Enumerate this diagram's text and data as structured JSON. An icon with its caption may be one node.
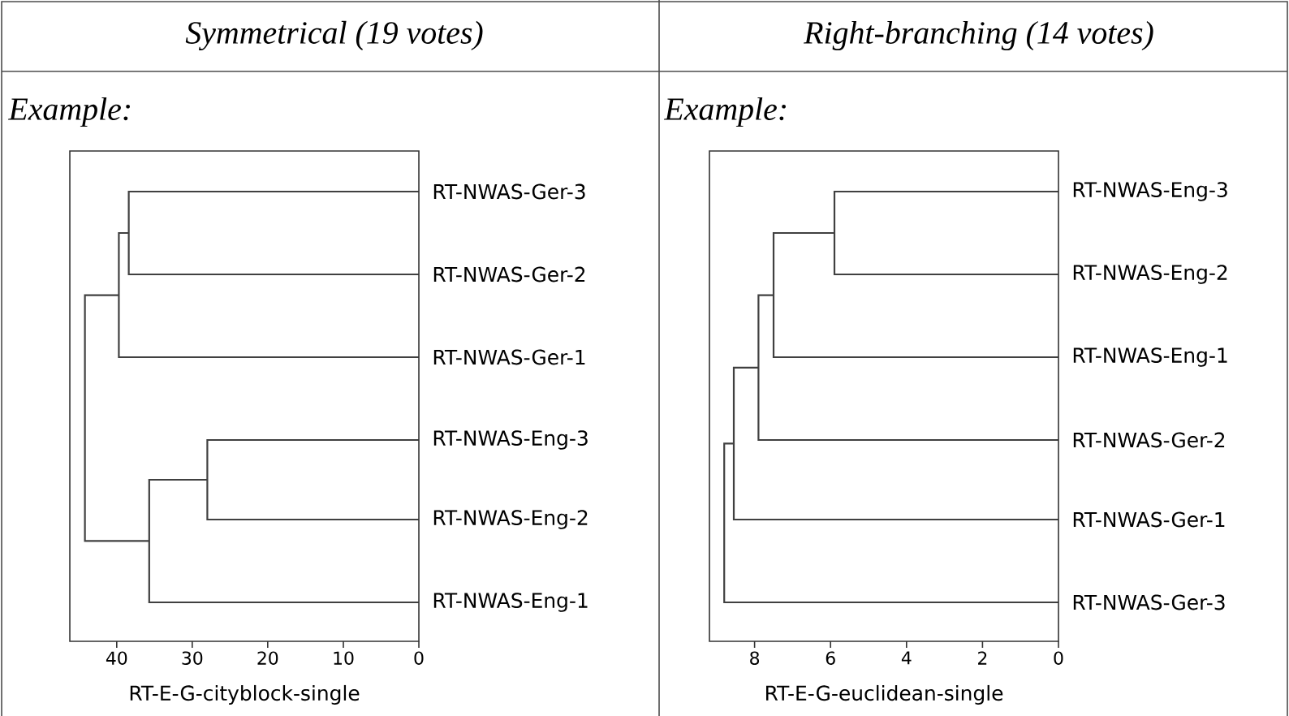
{
  "diagram": {
    "labels": [
      "Symmetrical (19 votes)",
      "Right-branching (14 votes)",
      "Example:",
      "RT-NWAS-Ger-3",
      "RT-NWAS-Ger-2",
      "RT-NWAS-Ger-1",
      "RT-NWAS-Eng-3",
      "RT-NWAS-Eng-2",
      "RT-NWAS-Eng-1",
      "40",
      "30",
      "20",
      "10",
      "0",
      "RT-E-G-cityblock-single",
      "Example:",
      "RT-NWAS-Eng-3",
      "RT-NWAS-Eng-2",
      "RT-NWAS-Eng-1",
      "RT-NWAS-Ger-2",
      "RT-NWAS-Ger-1",
      "RT-NWAS-Ger-3",
      "8",
      "6",
      "4",
      "2",
      "0",
      "RT-E-G-euclidean-single"
    ]
  }
}
